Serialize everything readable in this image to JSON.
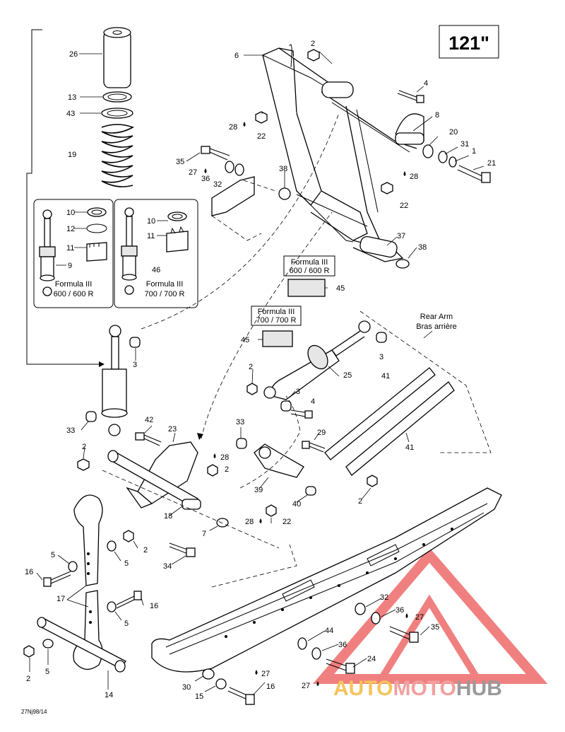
{
  "badge": {
    "text": "121\""
  },
  "callouts": {
    "c26": "26",
    "c13": "13",
    "c43": "43",
    "c19": "19",
    "c10a": "10",
    "c12": "12",
    "c11a": "11",
    "c9": "9",
    "c10b": "10",
    "c11b": "11",
    "c46": "46",
    "c6": "6",
    "c2a": "2",
    "c4a": "4",
    "c8": "8",
    "c28a": "28",
    "c22a": "22",
    "c20": "20",
    "c31": "31",
    "c1": "1",
    "c21": "21",
    "c35a": "35",
    "c27a": "27",
    "c36a": "36",
    "c32a": "32",
    "c38a": "38",
    "c28b": "28",
    "c22b": "22",
    "c37": "37",
    "c38b": "38",
    "c45a": "45",
    "c45b": "45",
    "c3a": "3",
    "c3b": "3",
    "c25": "25",
    "c41a": "41",
    "c2b": "2",
    "c3c": "3",
    "c4b": "4",
    "c33a": "33",
    "c42": "42",
    "c23": "23",
    "c28c": "28",
    "c2c": "2",
    "c2d": "2",
    "c33b": "33",
    "c29": "29",
    "c41b": "41",
    "c39": "39",
    "c40": "40",
    "c2e": "2",
    "c18": "18",
    "c7": "7",
    "c28d": "28",
    "c22c": "22",
    "c34": "34",
    "c5a": "5",
    "c2f": "2",
    "c5b": "5",
    "c16a": "16",
    "c17": "17",
    "c16b": "16",
    "c5c": "5",
    "c5d": "5",
    "c2g": "2",
    "c14": "14",
    "c32b": "32",
    "c36b": "36",
    "c27b": "27",
    "c35b": "35",
    "c44": "44",
    "c36c": "36",
    "c24": "24",
    "c27c": "27",
    "c30": "30",
    "c27d": "27",
    "c15": "15",
    "c16c": "16"
  },
  "formula_labels": {
    "f600_left_l1": "Formula III",
    "f600_left_l2": "600 / 600 R",
    "f700_left_l1": "Formula III",
    "f700_left_l2": "700 / 700 R",
    "f600_box_l1": "Formula III",
    "f600_box_l2": "600 / 600 R",
    "f700_box_l1": "Formula III",
    "f700_box_l2": "700 / 700 R"
  },
  "rear_arm": {
    "line1": "Rear Arm",
    "line2": "Bras arrière"
  },
  "footer": {
    "code": "27Nj98/14"
  },
  "watermark": {
    "part1": "AUTO",
    "part2": "MOTO",
    "part3": "HUB",
    "triangle_color": "#f08080",
    "auto_color": "#f6c45a",
    "moto_color": "#f0a0a0",
    "hub_color": "#9a9a9a"
  }
}
